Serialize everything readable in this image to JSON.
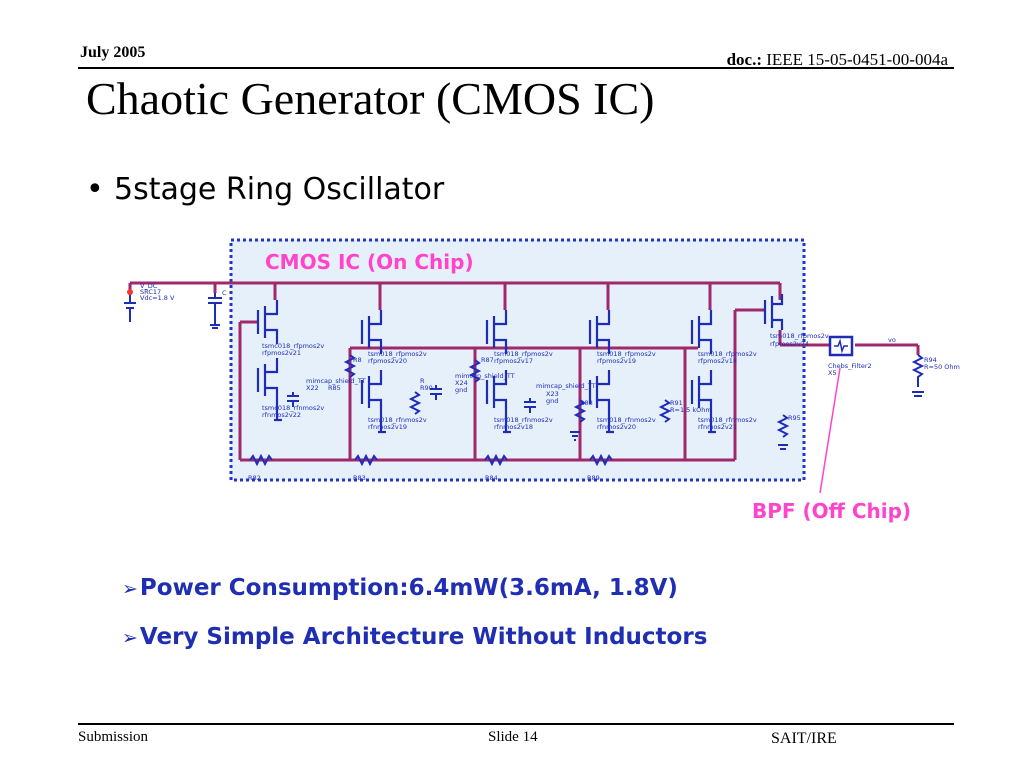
{
  "header": {
    "date": "July 2005",
    "doc_prefix": "doc.:",
    "doc_id": "IEEE 15-05-0451-00-004a"
  },
  "title": "Chaotic Generator (CMOS IC)",
  "bullet": "5stage Ring Oscillator",
  "schematic": {
    "chip_label": "CMOS IC (On Chip)",
    "offchip_label": "BPF (Off Chip)",
    "texts": {
      "vdc_name": "V_DC",
      "vdc_src": "SRC17",
      "vdc_val": "Vdc=1.8 V",
      "cap_c": "C",
      "pmos_a": "tsmc018_rfpmos2v",
      "pmos_a2": "rfpmos2v21",
      "nmos_a": "tsmc018_rfnmos2v",
      "nmos_a2": "rfnmos2v22",
      "cap1": "mimcap_shield_TT",
      "cap1b": "X22",
      "res_r85": "R85",
      "pmos_b": "tsm018_rfpmos2v",
      "pmos_b2": "rfpmos2v20",
      "res_r8": "R8",
      "res_r": "R",
      "res_r90": "R90",
      "nmos_b": "tsm018_rfnmos2v",
      "nmos_b2": "rfnmos2v19",
      "cap2": "mimcap_shield_TT",
      "cap2b": "X24",
      "gnd": "gnd",
      "pmos_c": "tsm018_rfpmos2v",
      "pmos_c2": "rfpmos2v17",
      "res_r87": "R87",
      "nmos_c": "tsm018_rfnmos2v",
      "nmos_c2": "rfnmos2v18",
      "cap3": "mimcap_shield_TT",
      "cap3b": "X23",
      "gnd2": "gnd",
      "res_r88": "R88",
      "pmos_d": "tsm018_rfpmos2v",
      "pmos_d2": "rfpmos2v19",
      "nmos_d": "tsm018_rfnmos2v",
      "nmos_d2": "rfnmos2v20",
      "res_r91": "R91",
      "res_r91v": "R=1.5 kOhm",
      "pmos_e": "tsm018_rfpmos2v",
      "pmos_e2": "rfpmos2v18",
      "nmos_e": "tsm018_rfnmos2v",
      "nmos_e2": "rfnmos2v21",
      "pmos_f": "tsm018_rfpmos2v",
      "pmos_f2": "rfpmos2v24",
      "res_r95": "R95",
      "filter": "Chebs_Filter2",
      "filter2": "X5",
      "vo": "vo",
      "res_r94": "R94",
      "res_r94v": "R=50 Ohm",
      "res_r82": "R82",
      "res_r83": "R83",
      "res_r84": "R84",
      "res_r89": "R89"
    }
  },
  "points": [
    {
      "arrow": "➢",
      "text": "Power Consumption:6.4mW(3.6mA, 1.8V)"
    },
    {
      "arrow": "➢",
      "text": "Very Simple Architecture Without Inductors"
    }
  ],
  "footer": {
    "left": "Submission",
    "center": "Slide 14",
    "right": "SAIT/IRE"
  },
  "colors": {
    "wire": "#a0296b",
    "device": "#1e2db8",
    "callout": "#ff44cc",
    "chip_box_fill": "#e6f0fb",
    "chip_box_border": "#2233cc",
    "point_text": "#1f2eb3"
  }
}
